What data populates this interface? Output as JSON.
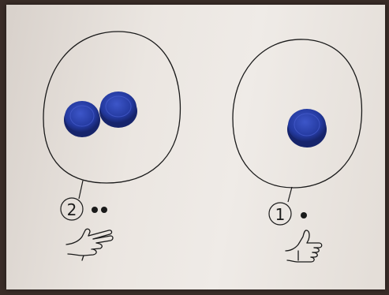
{
  "groups": [
    {
      "numeral": "2",
      "tokens": 2,
      "dots": 2,
      "gesture": "two-fingers"
    },
    {
      "numeral": "1",
      "tokens": 1,
      "dots": 1,
      "gesture": "thumbs-up"
    }
  ],
  "colors": {
    "paper": "#ebe6e1",
    "ink": "#1a1a1a",
    "token": "#2a3fa6",
    "background": "#3a2d28"
  }
}
